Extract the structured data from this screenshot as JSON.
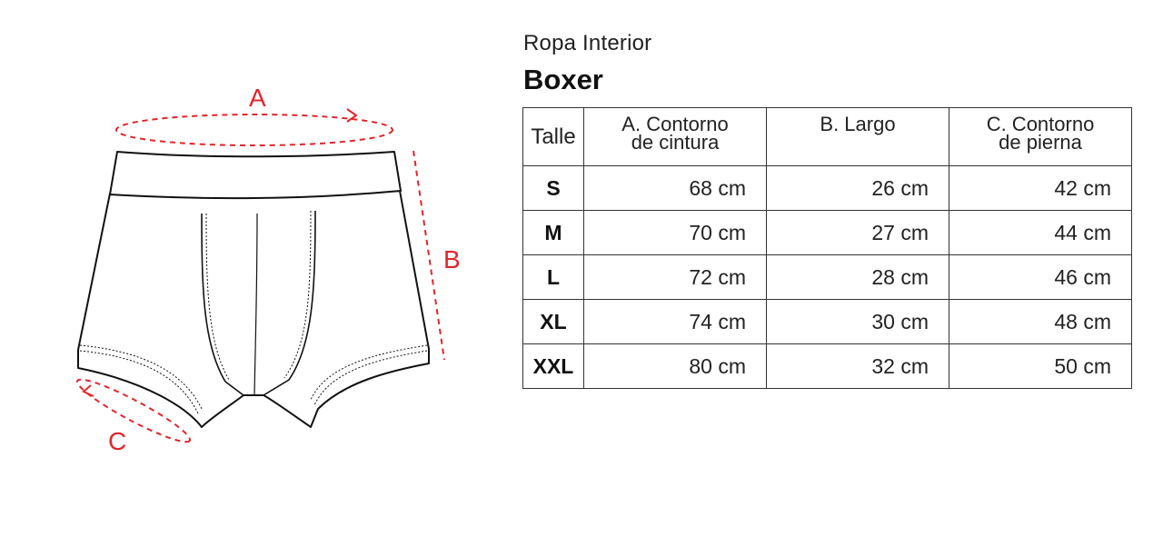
{
  "diagram": {
    "labels": {
      "a": "A",
      "b": "B",
      "c": "C"
    },
    "colors": {
      "measure": "#e0262b",
      "outline": "#111111"
    },
    "icons": [
      "boxer-garment-outline",
      "waist-measure-arrow",
      "length-measure-line",
      "leg-measure-arrow"
    ]
  },
  "header": {
    "category": "Ropa Interior",
    "title": "Boxer"
  },
  "table": {
    "columns": [
      {
        "key": "size",
        "lines": [
          "Talle"
        ]
      },
      {
        "key": "waist",
        "lines": [
          "A. Contorno",
          "de cintura"
        ]
      },
      {
        "key": "length",
        "lines": [
          "B. Largo"
        ]
      },
      {
        "key": "leg",
        "lines": [
          "C. Contorno",
          "de pierna"
        ]
      }
    ],
    "rows": [
      {
        "size": "S",
        "waist": "68 cm",
        "length": "26 cm",
        "leg": "42 cm"
      },
      {
        "size": "M",
        "waist": "70 cm",
        "length": "27 cm",
        "leg": "44 cm"
      },
      {
        "size": "L",
        "waist": "72 cm",
        "length": "28 cm",
        "leg": "46 cm"
      },
      {
        "size": "XL",
        "waist": "74 cm",
        "length": "30 cm",
        "leg": "48 cm"
      },
      {
        "size": "XXL",
        "waist": "80 cm",
        "length": "32 cm",
        "leg": "50 cm"
      }
    ]
  }
}
